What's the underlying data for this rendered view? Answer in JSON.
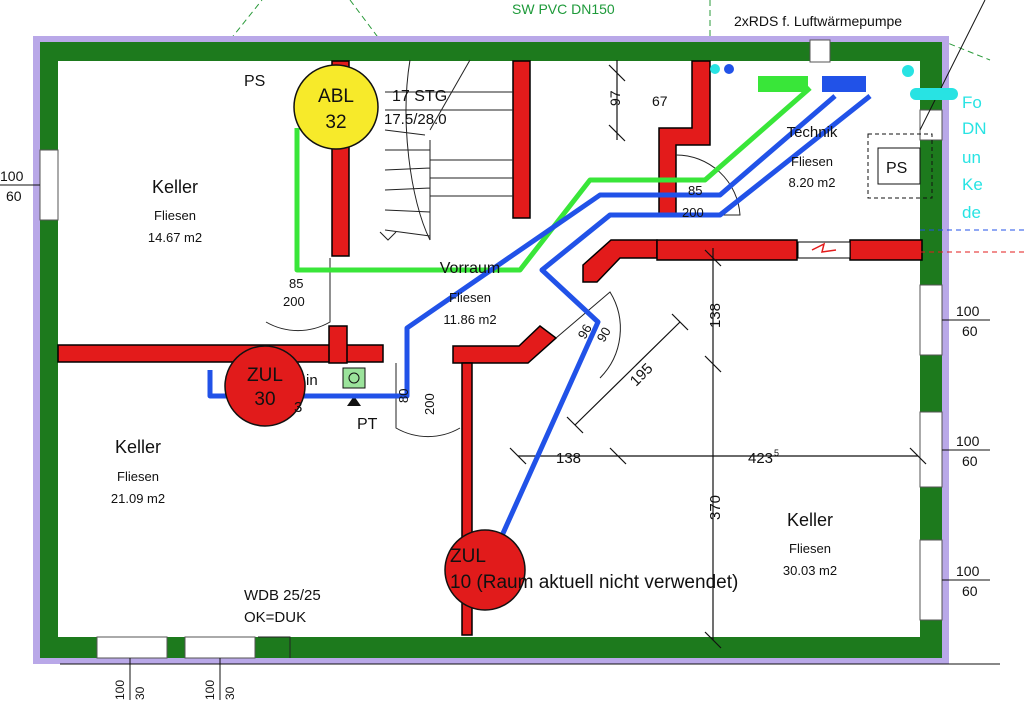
{
  "labels": {
    "top_pipe": "SW PVC DN150",
    "heat_pump": "2xRDS f. Luftwärmepumpe",
    "ps_left": "PS",
    "ps_right": "PS",
    "pt": "PT",
    "stairs_a": "17 STG",
    "stairs_b": "17.5/28.0",
    "wdb_a": "WDB 25/25",
    "wdb_b": "OK=DUK"
  },
  "rooms": {
    "r1": {
      "name": "Keller",
      "floor": "Fliesen",
      "area": "14.67 m2"
    },
    "r2": {
      "name": "Keller",
      "floor": "Fliesen",
      "area": "21.09 m2"
    },
    "r3": {
      "name": "Keller",
      "floor": "Fliesen",
      "area": "30.03 m2"
    },
    "hall": {
      "name": "Vorraum",
      "floor": "Fliesen",
      "area": "11.86 m2"
    },
    "tech": {
      "name": "Technik",
      "floor": "Fliesen",
      "area": "8.20 m2"
    }
  },
  "markers": {
    "abl": {
      "a": "ABL",
      "b": "32",
      "color": "#f7ea2a"
    },
    "zul30": {
      "a": "ZUL",
      "b": "30",
      "color": "#e11b1b"
    },
    "zul10": {
      "a": "ZUL",
      "b": "10 (Raum aktuell nicht verwendet)",
      "color": "#e11b1b"
    }
  },
  "dims": {
    "d97": "97",
    "d67": "67",
    "d85": "85",
    "d200a": "200",
    "d85b": "85",
    "d200b": "200",
    "d200c": "200",
    "d138v": "138",
    "d195": "195",
    "d138h": "138",
    "d423": "423",
    "d423sup": "5",
    "d370": "370",
    "d96": "96",
    "d90": "90"
  },
  "windows": {
    "w_left": [
      "100",
      "60"
    ],
    "w_r1": [
      "100",
      "60"
    ],
    "w_r2": [
      "100",
      "60"
    ],
    "w_r3": [
      "100",
      "60"
    ],
    "w_bottom1": [
      "100",
      "30"
    ],
    "w_bottom2": [
      "100",
      "30"
    ]
  },
  "cut_text": {
    "c1": "Fo",
    "c2": "DN",
    "c3": "un",
    "c4": "Ke",
    "c5": "de",
    "c6": "in",
    "c7": "3",
    "c8": "80"
  },
  "colors": {
    "wall_green": "#1d7a1d",
    "wall_red": "#e31b1b",
    "outer_frame": "#b9a8e8",
    "pipe_green": "#39e639",
    "pipe_blue": "#2152e8",
    "cyan": "#28e3e3",
    "label_green": "#1e9a3a"
  }
}
